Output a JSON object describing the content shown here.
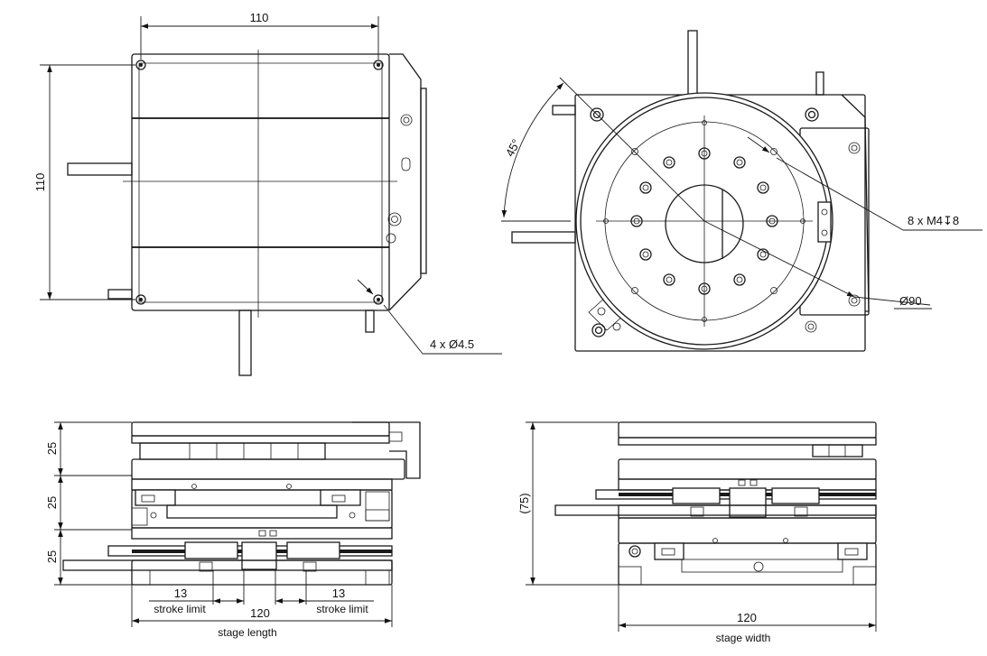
{
  "views": {
    "top_left": {
      "dim_width": "110",
      "dim_height": "110",
      "hole_callout": "4 x Ø4.5"
    },
    "top_right": {
      "angle": "45°",
      "thread_callout": "8 x M4↧8",
      "diameter_callout": "Ø90"
    },
    "front": {
      "tier_1": "25",
      "tier_2": "25",
      "tier_3": "25",
      "stroke_left_value": "13",
      "stroke_left_label": "stroke limit",
      "stroke_right_value": "13",
      "stroke_right_label": "stroke limit",
      "length_value": "120",
      "length_label": "stage length"
    },
    "side": {
      "total_height": "(75)",
      "width_value": "120",
      "width_label": "stage width"
    }
  }
}
